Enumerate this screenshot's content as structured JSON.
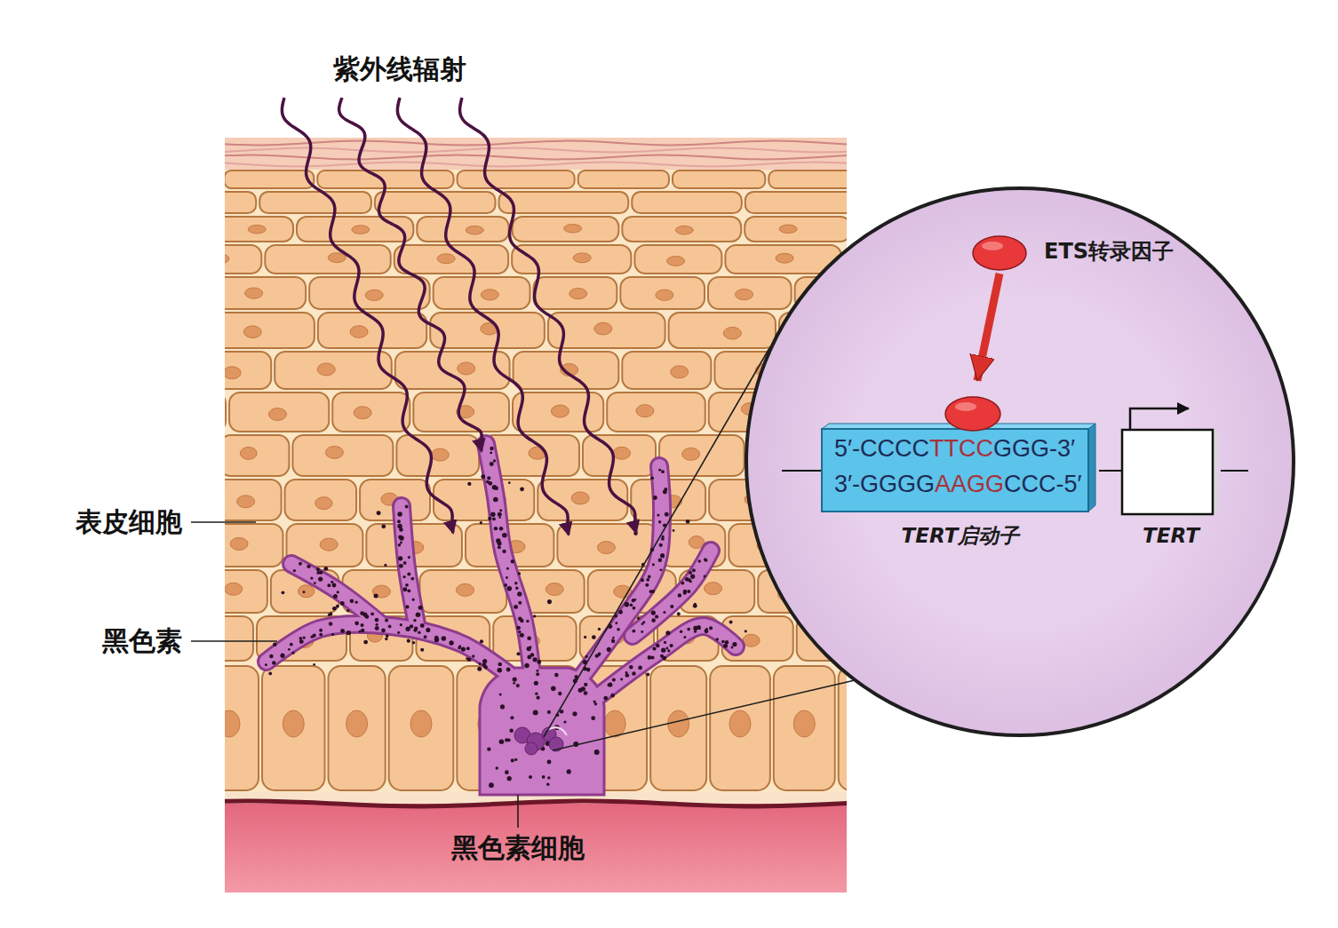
{
  "diagram": {
    "nodes": [
      {
        "text": [
          "ETS转录因子"
        ]
      },
      {
        "text": [
          "5′-CCCCTTCCGGG-3′",
          "3′-GGGGAAGGCCC-5′",
          "TERT启动子"
        ]
      },
      {
        "text": [
          "TERT"
        ]
      }
    ],
    "edges": [
      {
        "from": 0,
        "to": 1,
        "arrow": "to"
      },
      {
        "from": 1,
        "to": 2,
        "arrow": "none"
      }
    ],
    "labels": [
      "紫外线辐射",
      "表皮细胞",
      "黑色素",
      "黑色素细胞"
    ]
  }
}
